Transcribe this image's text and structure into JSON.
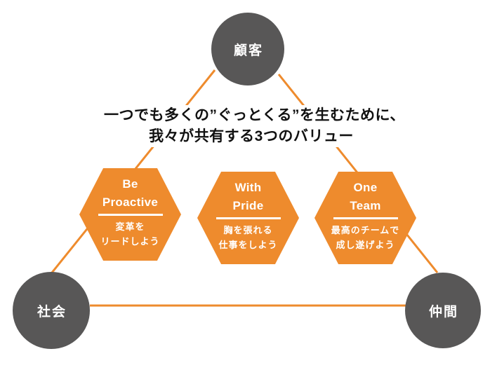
{
  "headline": {
    "line1": "一つでも多くの”ぐっとくる”を生むために、",
    "line2": "我々が共有する3つのバリュー"
  },
  "nodes": {
    "customer": {
      "label": "顧客"
    },
    "society": {
      "label": "社会"
    },
    "colleague": {
      "label": "仲間"
    }
  },
  "values": [
    {
      "en_line1": "Be",
      "en_line2": "Proactive",
      "jp_line1": "変革を",
      "jp_line2": "リードしよう"
    },
    {
      "en_line1": "With",
      "en_line2": "Pride",
      "jp_line1": "胸を張れる",
      "jp_line2": "仕事をしよう"
    },
    {
      "en_line1": "One",
      "en_line2": "Team",
      "jp_line1": "最高のチームで",
      "jp_line2": "成し遂げよう"
    }
  ],
  "colors": {
    "orange": "#EE8B2D",
    "gray": "#585757",
    "ink": "#111111",
    "white": "#FFFFFF"
  }
}
